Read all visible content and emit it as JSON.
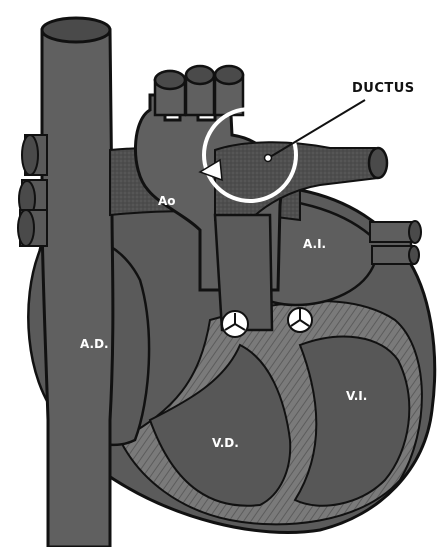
{
  "labels": {
    "ductus": "DUCTUS",
    "aorta": "Ao",
    "left_atrium": "A.I.",
    "right_atrium": "A.D.",
    "left_ventricle": "V.I.",
    "right_ventricle": "V.D."
  }
}
